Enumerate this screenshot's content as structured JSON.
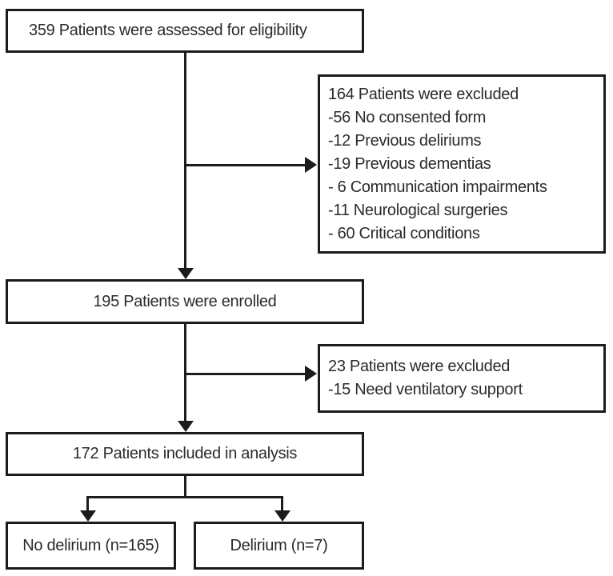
{
  "diagram": {
    "type": "patient-flow-chart",
    "boxes": {
      "assessed": {
        "label": "359 Patients were assessed for eligibility"
      },
      "excluded_primary": {
        "title": "164 Patients were excluded",
        "reasons": [
          "-56 No consented form",
          "-12 Previous deliriums",
          "-19 Previous dementias",
          "- 6 Communication impairments",
          "-11 Neurological surgeries",
          "- 60 Critical conditions"
        ]
      },
      "enrolled": {
        "label": "195 Patients were enrolled"
      },
      "excluded_secondary": {
        "title": "23 Patients were excluded",
        "reasons": [
          "-15 Need ventilatory support"
        ]
      },
      "analysis": {
        "label": "172 Patients included in analysis"
      },
      "no_delirium": {
        "label": "No delirium (n=165)"
      },
      "delirium": {
        "label": "Delirium (n=7)"
      }
    },
    "colors": {
      "line": "#1c1c1c",
      "text": "#2d2a2b",
      "box_background": "#ffffff"
    }
  }
}
